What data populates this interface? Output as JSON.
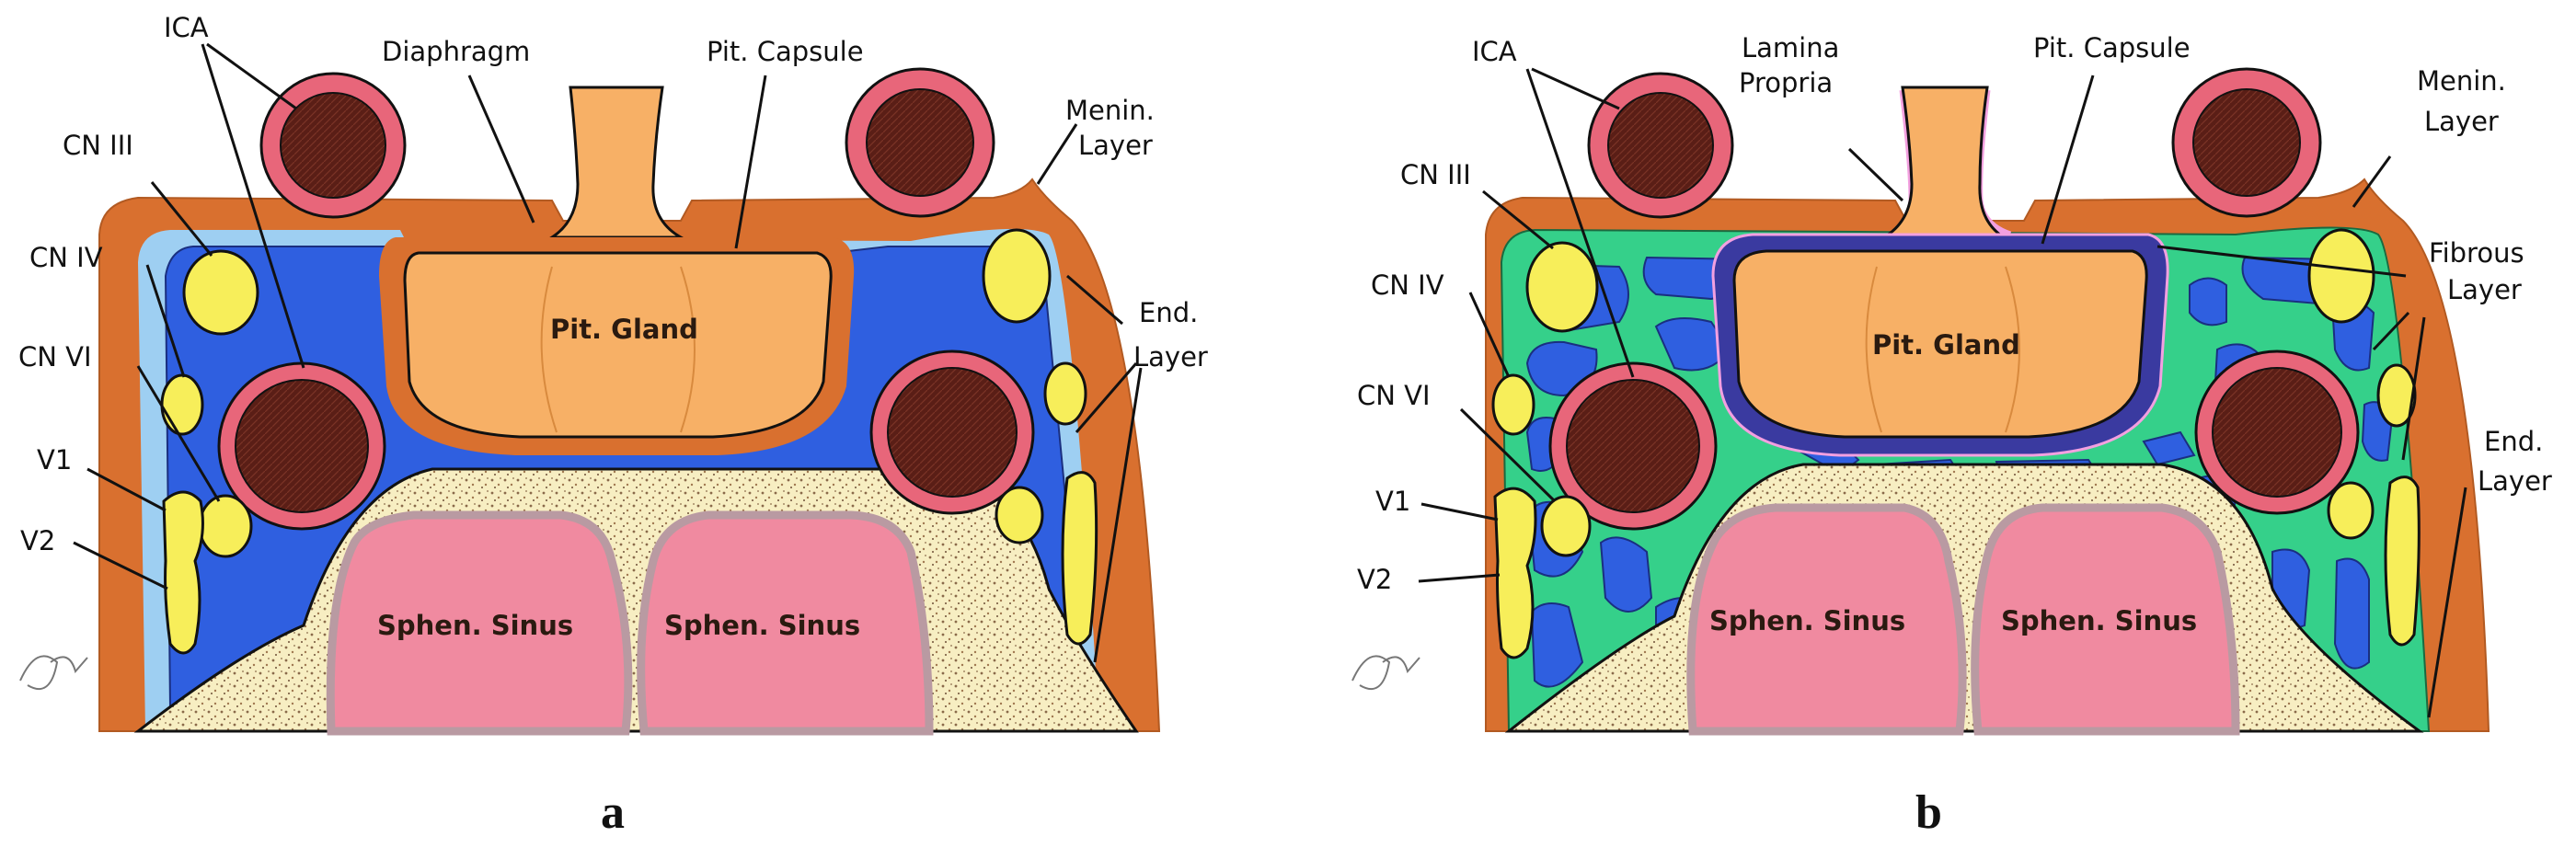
{
  "colors": {
    "dura_outer": "#d9702f",
    "endosteal_layer": "#9ecff2",
    "venous_space": "#2f5fe0",
    "fibrous_trabeculae": "#35d08a",
    "gland": "#f7b066",
    "gland_line": "#d88a3e",
    "bone": "#f7eec2",
    "bone_speckle": "#8a6a4a",
    "sinus": "#f08aa0",
    "sinus_rim": "#b99aa2",
    "ica_wall": "#e8667a",
    "ica_lumen": "#5a1e16",
    "nerve": "#f7ee5a",
    "capsule_dark": "#3a3aa0",
    "lamina_propria": "#f3a0e0"
  },
  "panels": [
    {
      "id": "a",
      "letter": "a",
      "labels": {
        "ica": "ICA",
        "diaphragm": "Diaphragm",
        "pit_capsule": "Pit. Capsule",
        "menin_layer_1": "Menin.",
        "menin_layer_2": "Layer",
        "cn3": "CN III",
        "cn4": "CN IV",
        "cn6": "CN VI",
        "v1": "V1",
        "v2": "V2",
        "end_layer_1": "End.",
        "end_layer_2": "Layer",
        "pit_gland": "Pit. Gland",
        "sinus_left": "Sphen. Sinus",
        "sinus_right": "Sphen. Sinus"
      }
    },
    {
      "id": "b",
      "letter": "b",
      "labels": {
        "ica": "ICA",
        "lamina_1": "Lamina",
        "lamina_2": "Propria",
        "pit_capsule": "Pit. Capsule",
        "menin_layer_1": "Menin.",
        "menin_layer_2": "Layer",
        "fibrous_1": "Fibrous",
        "fibrous_2": "Layer",
        "cn3": "CN III",
        "cn4": "CN IV",
        "cn6": "CN VI",
        "v1": "V1",
        "v2": "V2",
        "end_layer_1": "End.",
        "end_layer_2": "Layer",
        "pit_gland": "Pit. Gland",
        "sinus_left": "Sphen. Sinus",
        "sinus_right": "Sphen. Sinus"
      }
    }
  ]
}
